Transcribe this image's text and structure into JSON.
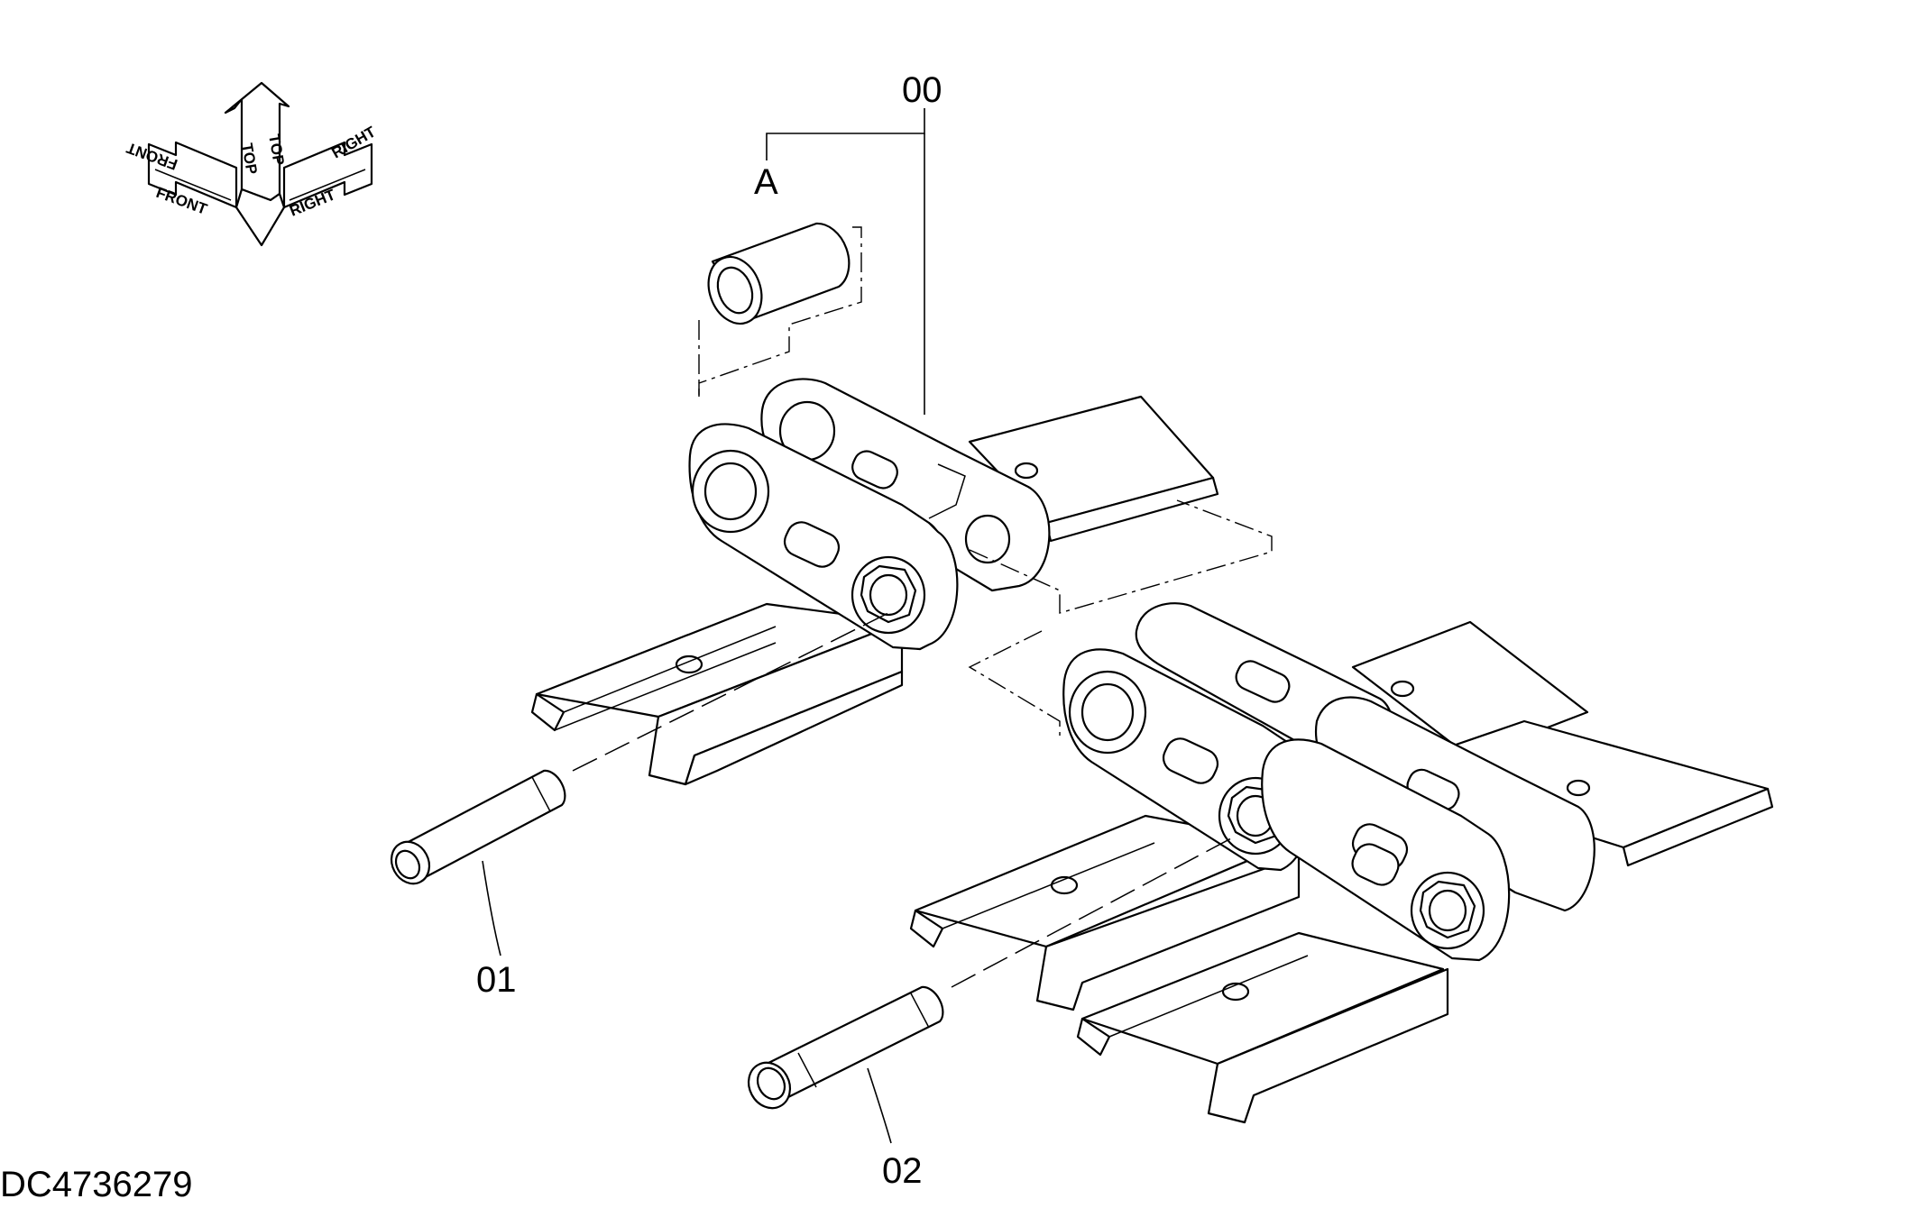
{
  "diagram": {
    "orientation": {
      "labels": {
        "front_outer": "FRONT",
        "front_inner": "FRONT",
        "top_left": "TOP",
        "top_right": "TOP",
        "right_outer": "RIGHT",
        "right_inner": "RIGHT"
      }
    },
    "callouts": {
      "assembly": "00",
      "view_a": "A",
      "pin_1": "01",
      "pin_2": "02"
    },
    "document_id": "DC4736279"
  }
}
